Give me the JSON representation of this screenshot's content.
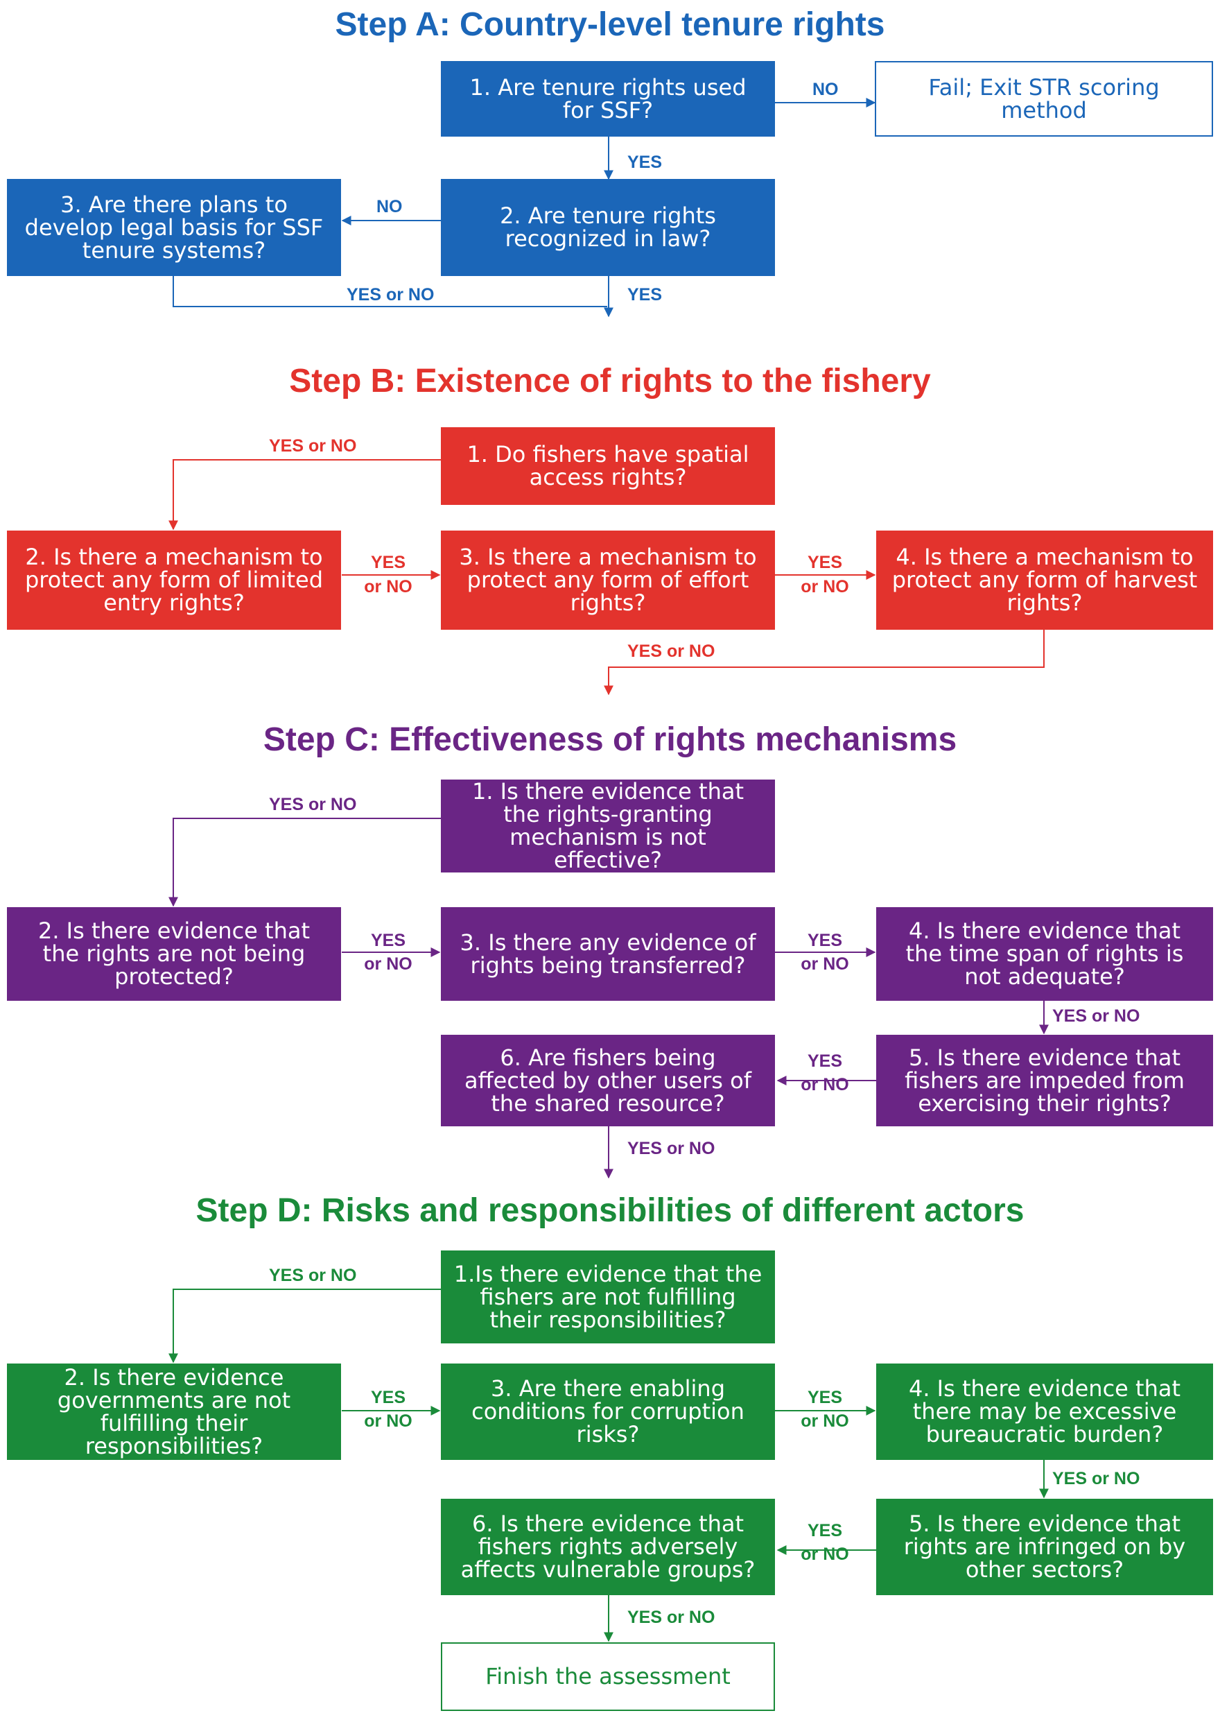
{
  "colors": {
    "step_a": "#1b66b8",
    "step_b": "#e3332d",
    "step_c": "#6a2585",
    "step_d": "#1a8b3a"
  },
  "steps": {
    "a": {
      "title": "Step A: Country-level tenure rights",
      "q1": "1. Are tenure rights used for SSF?",
      "q2": "2. Are tenure rights recognized in law?",
      "q3": "3. Are there plans to develop legal basis for SSF tenure systems?",
      "fail": "Fail; Exit STR scoring method",
      "label_no_fail": "NO",
      "label_yes_q1": "YES",
      "label_no_q3": "NO",
      "label_yes_or_no": "YES or NO",
      "label_yes_q2": "YES"
    },
    "b": {
      "title": "Step B: Existence of rights to the fishery",
      "q1": "1. Do fishers have spatial access rights?",
      "q2": "2. Is there a mechanism to protect any form of limited entry rights?",
      "q3": "3. Is there a mechanism to protect any form of effort rights?",
      "q4": "4. Is there a mechanism to protect any form of harvest rights?",
      "label_top": "YES or NO",
      "label_2_3_yes": "YES",
      "label_2_3_no": "or NO",
      "label_3_4_yes": "YES",
      "label_3_4_no": "or NO",
      "label_bottom": "YES or NO"
    },
    "c": {
      "title": "Step C: Effectiveness of rights mechanisms",
      "q1": "1. Is there evidence that the rights-granting mechanism is not effective?",
      "q2": "2. Is there evidence that the rights are not being protected?",
      "q3": "3. Is there any evidence of rights being transferred?",
      "q4": "4. Is there evidence that the time span of rights is not adequate?",
      "q5": "5. Is there evidence that fishers are impeded from exercising their rights?",
      "q6": "6. Are fishers being affected by other users of the shared resource?",
      "label_top": "YES or NO",
      "label_2_3_yes": "YES",
      "label_2_3_no": "or NO",
      "label_3_4_yes": "YES",
      "label_3_4_no": "or NO",
      "label_4_5": "YES or NO",
      "label_5_6_yes": "YES",
      "label_5_6_no": "or NO",
      "label_bottom": "YES or NO"
    },
    "d": {
      "title": "Step D: Risks and responsibilities of different actors",
      "q1": "1.Is there evidence that the fishers are not fulfilling their responsibilities?",
      "q2": "2. Is there evidence governments are not fulfilling their responsibilities?",
      "q3": "3. Are there enabling conditions for corruption risks?",
      "q4": "4. Is there evidence that there may be excessive bureaucratic burden?",
      "q5": "5. Is there evidence that rights are infringed on by other sectors?",
      "q6": "6. Is there evidence that fishers rights adversely affects vulnerable groups?",
      "finish": "Finish the assessment",
      "label_top": "YES or NO",
      "label_2_3_yes": "YES",
      "label_2_3_no": "or NO",
      "label_3_4_yes": "YES",
      "label_3_4_no": "or NO",
      "label_4_5": "YES or NO",
      "label_5_6_yes": "YES",
      "label_5_6_no": "or NO",
      "label_bottom": "YES or NO"
    }
  }
}
